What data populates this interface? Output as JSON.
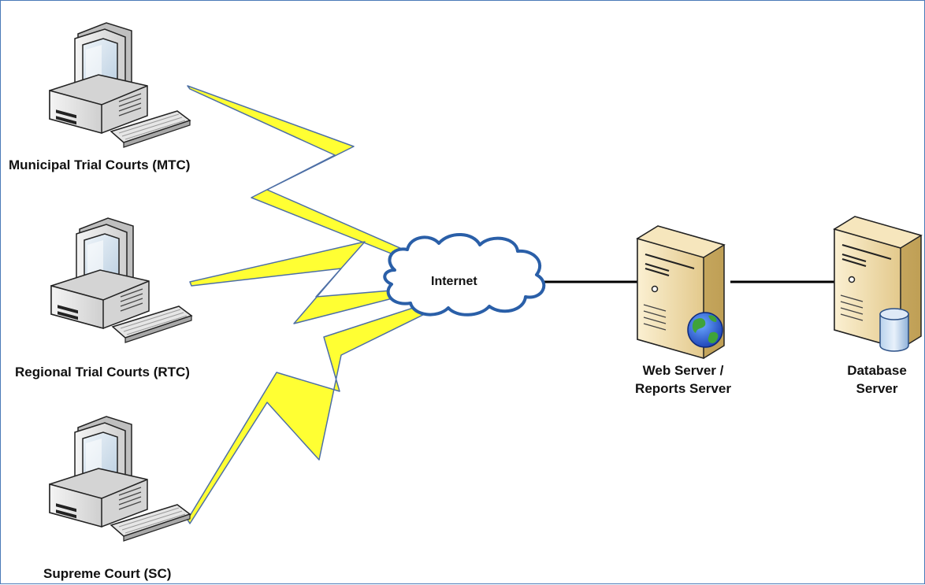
{
  "nodes": {
    "mtc": {
      "label": "Municipal Trial Courts (MTC)",
      "icon": "desktop-computer-icon"
    },
    "rtc": {
      "label": "Regional Trial Courts (RTC)",
      "icon": "desktop-computer-icon"
    },
    "sc": {
      "label": "Supreme Court (SC)",
      "icon": "desktop-computer-icon"
    },
    "internet": {
      "label": "Internet",
      "icon": "cloud-icon"
    },
    "web_server": {
      "label_line1": "Web Server /",
      "label_line2": "Reports Server",
      "icon": "web-server-icon"
    },
    "db_server": {
      "label_line1": "Database",
      "label_line2": "Server",
      "icon": "database-server-icon"
    }
  },
  "connections": [
    {
      "from": "Municipal Trial Courts (MTC)",
      "to": "Internet",
      "style": "lightning"
    },
    {
      "from": "Regional Trial Courts (RTC)",
      "to": "Internet",
      "style": "lightning"
    },
    {
      "from": "Supreme Court (SC)",
      "to": "Internet",
      "style": "lightning"
    },
    {
      "from": "Internet",
      "to": "Web Server / Reports Server",
      "style": "line"
    },
    {
      "from": "Web Server / Reports Server",
      "to": "Database Server",
      "style": "line"
    }
  ],
  "colors": {
    "border": "#4a7ab8",
    "lightning": "#ffff33",
    "lightning_outline": "#4d6fa6",
    "cloud_outline": "#2a5fa8",
    "server": "#f1deb0",
    "computer": "#dcdcdc"
  }
}
